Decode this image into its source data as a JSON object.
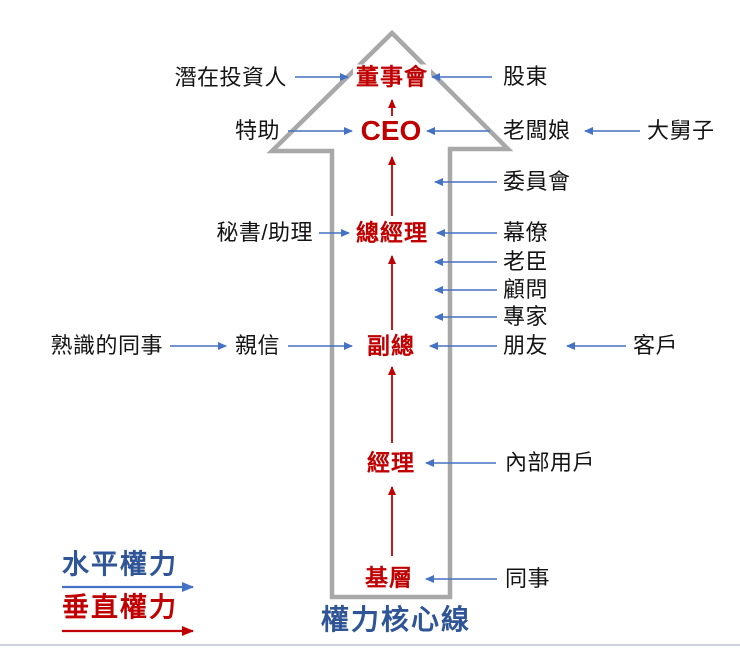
{
  "diagram": {
    "title_caption": "權力核心線",
    "center_column": {
      "levels": [
        {
          "id": "board",
          "label": "董事會"
        },
        {
          "id": "ceo",
          "label": "CEO"
        },
        {
          "id": "general-manager",
          "label": "總經理"
        },
        {
          "id": "vice-president",
          "label": "副總"
        },
        {
          "id": "manager",
          "label": "經理"
        },
        {
          "id": "base-level",
          "label": "基層"
        }
      ]
    },
    "left_labels": [
      {
        "id": "potential-investor",
        "label": "潛在投資人"
      },
      {
        "id": "special-assistant",
        "label": "特助"
      },
      {
        "id": "secretary-assistant",
        "label": "秘書/助理"
      },
      {
        "id": "familiar-colleague",
        "label": "熟識的同事"
      },
      {
        "id": "confidant",
        "label": "親信"
      }
    ],
    "right_labels": [
      {
        "id": "shareholder",
        "label": "股東"
      },
      {
        "id": "boss-wife",
        "label": "老闆娘"
      },
      {
        "id": "brother-in-law",
        "label": "大舅子"
      },
      {
        "id": "committee",
        "label": "委員會"
      },
      {
        "id": "staff-advisor",
        "label": "幕僚"
      },
      {
        "id": "veteran",
        "label": "老臣"
      },
      {
        "id": "consultant",
        "label": "顧問"
      },
      {
        "id": "expert",
        "label": "專家"
      },
      {
        "id": "friend",
        "label": "朋友"
      },
      {
        "id": "client",
        "label": "客戶"
      },
      {
        "id": "internal-user",
        "label": "內部用戶"
      },
      {
        "id": "colleague",
        "label": "同事"
      }
    ],
    "legend": {
      "horizontal_power": "水平權力",
      "vertical_power": "垂直權力"
    },
    "connections": {
      "horizontal_blue": [
        {
          "from": "潛在投資人",
          "to": "董事會"
        },
        {
          "from": "股東",
          "to": "董事會"
        },
        {
          "from": "特助",
          "to": "CEO"
        },
        {
          "from": "老闆娘",
          "to": "CEO"
        },
        {
          "from": "大舅子",
          "to": "老闆娘"
        },
        {
          "from": "委員會",
          "to": "權力核心線"
        },
        {
          "from": "秘書/助理",
          "to": "總經理"
        },
        {
          "from": "幕僚",
          "to": "總經理"
        },
        {
          "from": "老臣",
          "to": "權力核心線"
        },
        {
          "from": "顧問",
          "to": "權力核心線"
        },
        {
          "from": "專家",
          "to": "權力核心線"
        },
        {
          "from": "熟識的同事",
          "to": "親信"
        },
        {
          "from": "親信",
          "to": "副總"
        },
        {
          "from": "朋友",
          "to": "副總"
        },
        {
          "from": "客戶",
          "to": "朋友"
        },
        {
          "from": "內部用戶",
          "to": "經理"
        },
        {
          "from": "同事",
          "to": "基層"
        }
      ],
      "vertical_red_chain": [
        "基層",
        "經理",
        "副總",
        "總經理",
        "CEO",
        "董事會"
      ]
    },
    "colors": {
      "horizontal_arrow_blue": "#4472C4",
      "vertical_arrow_red": "#C00000",
      "core_text_red": "#C00000",
      "legend_dark_blue": "#2F5597",
      "shape_gray": "#A8A8A8",
      "label_black": "#141414",
      "bottom_divider": "#CCD3DF"
    }
  }
}
